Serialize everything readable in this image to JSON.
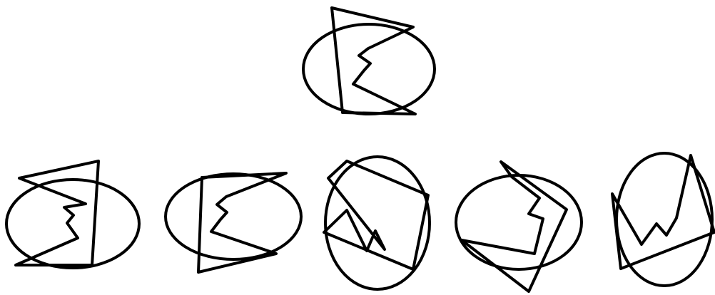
{
  "figure": {
    "type": "mental-rotation-puzzle",
    "stroke_color": "#000000",
    "background_color": "#ffffff",
    "target": {
      "shape": "ellipse-with-zigzag-triangle"
    },
    "options": [
      {
        "id": 1,
        "shape": "ellipse-with-zigzag-triangle",
        "transform": "mirrored"
      },
      {
        "id": 2,
        "shape": "ellipse-with-zigzag-triangle",
        "transform": "original"
      },
      {
        "id": 3,
        "shape": "ellipse-with-zigzag-triangle",
        "transform": "rotated"
      },
      {
        "id": 4,
        "shape": "ellipse-with-zigzag-triangle",
        "transform": "rotated"
      },
      {
        "id": 5,
        "shape": "ellipse-with-zigzag-triangle",
        "transform": "rotated"
      }
    ]
  }
}
